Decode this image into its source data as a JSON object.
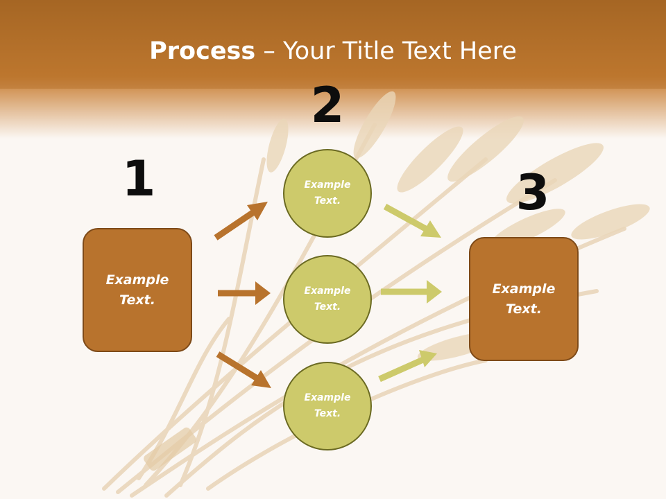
{
  "title": {
    "bold_part": "Process",
    "rest": " – Your Title Text Here"
  },
  "steps": {
    "one": {
      "number": "1",
      "text": "Example Text."
    },
    "two": {
      "number": "2",
      "circles": [
        {
          "text": "Example Text."
        },
        {
          "text": "Example Text."
        },
        {
          "text": "Example Text."
        }
      ]
    },
    "three": {
      "number": "3",
      "text": "Example Text."
    }
  },
  "colors": {
    "header_band": "#b8732d",
    "box_fill": "#b8732d",
    "box_border": "#7e4a18",
    "circle_fill": "#cdca6b",
    "circle_border": "#6b6a22",
    "arrow_brown": "#b8732d",
    "arrow_olive": "#cdca6b",
    "background": "#fbf7f3"
  }
}
